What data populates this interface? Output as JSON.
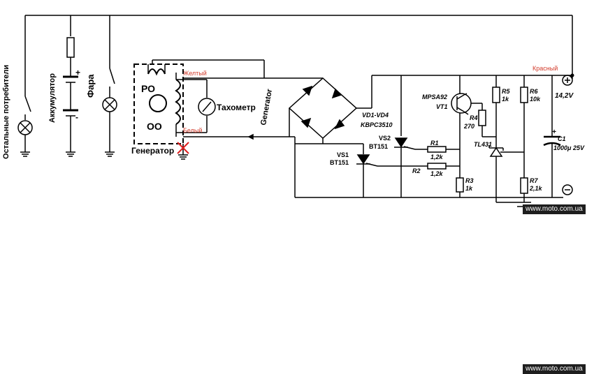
{
  "labels": {
    "other_consumers": "Остальные потребители",
    "battery": "Аккумулятор",
    "headlight": "Фара",
    "ro": "РО",
    "oo": "ОО",
    "yellow": "Желтый",
    "white": "Белый",
    "generator_ru": "Генератор",
    "tachometer": "Тахометр",
    "generator_en": "Generator",
    "bridge_ref": "VD1-VD4",
    "bridge_part": "KBPC3510",
    "vs1": "VS1",
    "vs1_part": "BT151",
    "vs2": "VS2",
    "vs2_part": "BT151",
    "r1": "R1",
    "r1_val": "1,2k",
    "r2": "R2",
    "r2_val": "1,2k",
    "r3": "R3",
    "r3_val": "1k",
    "r4": "R4",
    "r4_val": "270",
    "r5": "R5",
    "r5_val": "1k",
    "r6": "R6",
    "r6_val": "10k",
    "r7": "R7",
    "r7_val": "2,1k",
    "vt1_part": "MPSA92",
    "vt1": "VT1",
    "tl431": "TL431",
    "c1": "C1",
    "c1_val": "1000μ 25V",
    "red": "Красный",
    "plus_voltage": "14,2V",
    "plus_sign": "+",
    "minus_sign": "−",
    "bat_plus": "+",
    "bat_minus": "-",
    "c1_plus": "+"
  },
  "watermarks": {
    "top": "www.moto.com.ua",
    "bottom": "www.moto.com.ua"
  },
  "colors": {
    "wire": "#000000",
    "annotation_red": "#d23a2a",
    "watermark_bg": "#1e1e1e"
  }
}
